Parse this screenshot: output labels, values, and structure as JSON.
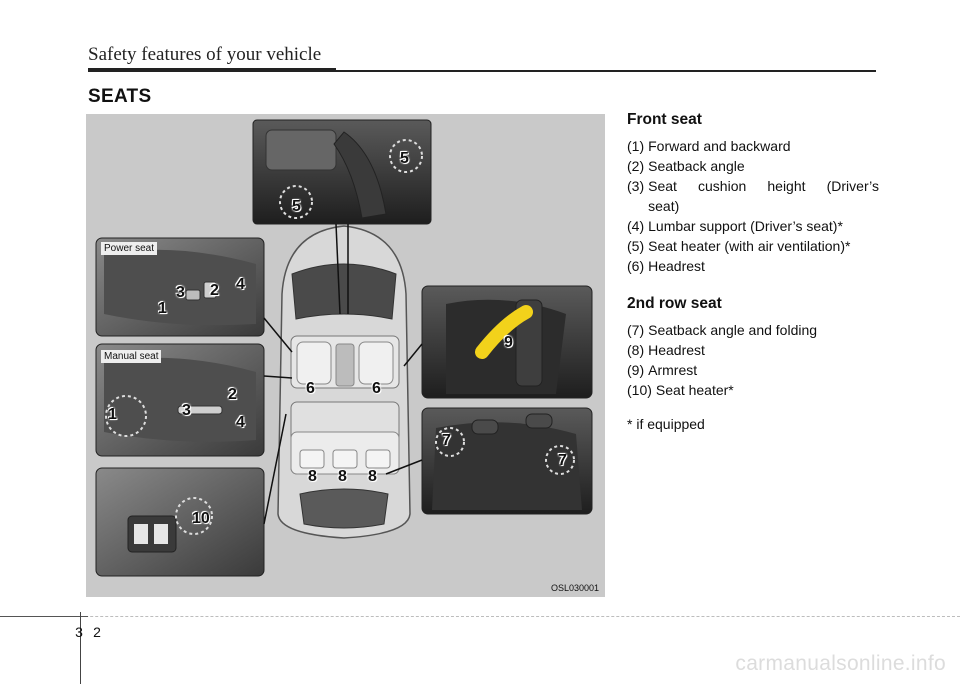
{
  "header": {
    "title": "Safety features of your vehicle"
  },
  "section": {
    "title": "SEATS"
  },
  "figure": {
    "code": "OSL030001",
    "tags": {
      "power_seat": "Power seat",
      "manual_seat": "Manual seat"
    },
    "callouts": {
      "c1a": "1",
      "c2a": "2",
      "c3a": "3",
      "c4a": "4",
      "c1b": "1",
      "c2b": "2",
      "c3b": "3",
      "c4b": "4",
      "c5a": "5",
      "c5b": "5",
      "c6a": "6",
      "c6b": "6",
      "c7a": "7",
      "c7b": "7",
      "c8a": "8",
      "c8b": "8",
      "c8c": "8",
      "c9": "9",
      "c10": "10"
    }
  },
  "front_seat": {
    "heading": "Front seat",
    "items": [
      {
        "num": "(1)",
        "text": "Forward and backward"
      },
      {
        "num": "(2)",
        "text": "Seatback angle"
      },
      {
        "num": "(3)",
        "text": "Seat cushion height (Driver’s",
        "cont": "seat)"
      },
      {
        "num": "(4)",
        "text": "Lumbar support (Driver’s seat)*"
      },
      {
        "num": "(5)",
        "text": "Seat heater (with air ventilation)*"
      },
      {
        "num": "(6)",
        "text": "Headrest"
      }
    ]
  },
  "second_row": {
    "heading": "2nd row seat",
    "items": [
      {
        "num": "(7)",
        "text": "Seatback angle and folding"
      },
      {
        "num": "(8)",
        "text": "Headrest"
      },
      {
        "num": "(9)",
        "text": "Armrest"
      },
      {
        "num": "(10)",
        "text": "Seat heater*"
      }
    ]
  },
  "note": "* if equipped",
  "page": {
    "chapter": "3",
    "number": "2"
  },
  "watermark": "carmanualsonline.info",
  "colors": {
    "figure_bg": "#c9c9c9",
    "arrow": "#f2d21b"
  }
}
